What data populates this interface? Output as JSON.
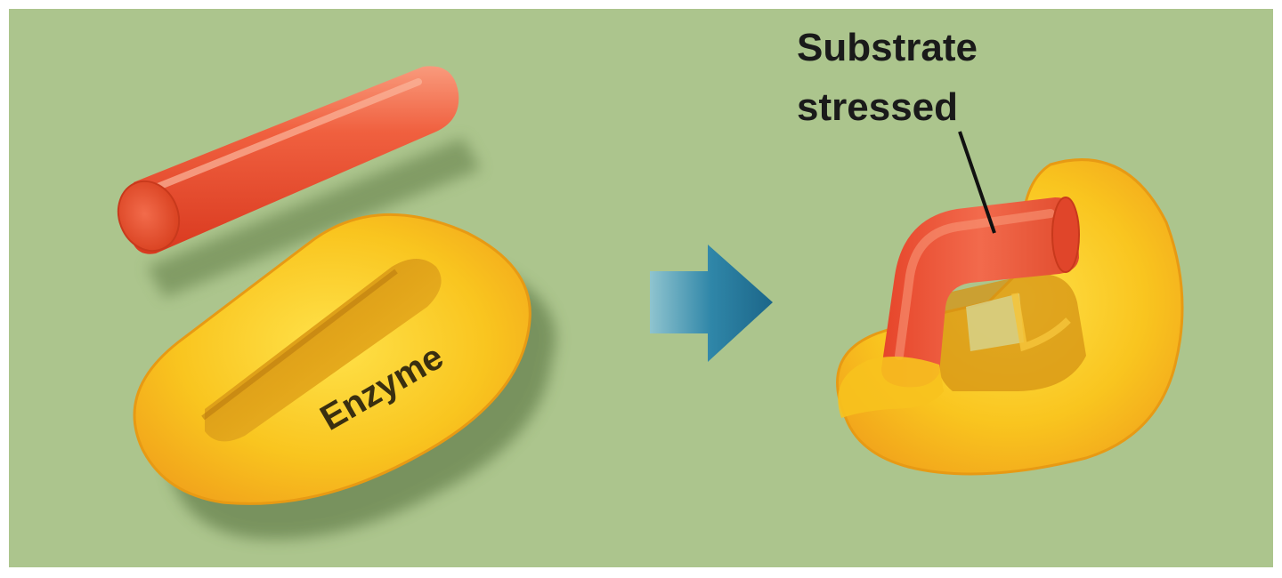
{
  "labels": {
    "enzyme": "Enzyme",
    "substrate_line1": "Substrate",
    "substrate_line2": "stressed"
  },
  "colors": {
    "background": "#acc58d",
    "substrate": "#ef5438",
    "enzyme": "#f7c21e",
    "arrow": "#1d6f94"
  }
}
